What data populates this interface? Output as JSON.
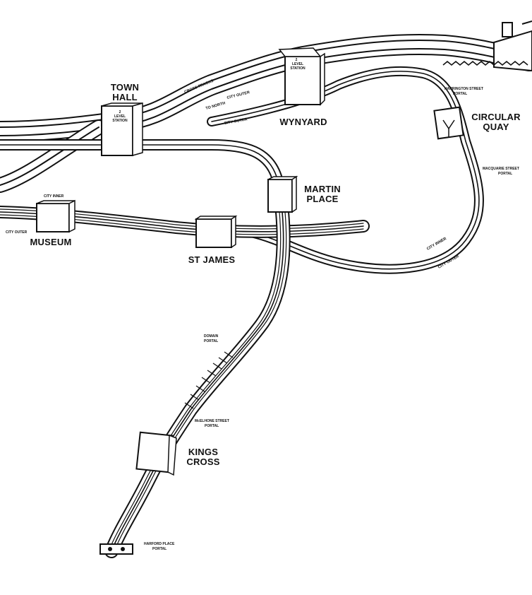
{
  "stations": {
    "town_hall": {
      "name_line1": "TOWN",
      "name_line2": "HALL",
      "note_line1": "2",
      "note_line2": "LEVEL",
      "note_line3": "STATION"
    },
    "wynyard": {
      "name": "WYNYARD",
      "note_line1": "2",
      "note_line2": "LEVEL",
      "note_line3": "STATION"
    },
    "circular_quay": {
      "name_line1": "CIRCULAR",
      "name_line2": "QUAY"
    },
    "martin_place": {
      "name_line1": "MARTIN",
      "name_line2": "PLACE"
    },
    "museum": {
      "name": "MUSEUM"
    },
    "st_james": {
      "name": "ST JAMES"
    },
    "kings_cross": {
      "name_line1": "KINGS",
      "name_line2": "CROSS"
    }
  },
  "portals": {
    "harrington": {
      "line1": "HARRINGTON STREET",
      "line2": "PORTAL"
    },
    "macquarie": {
      "line1": "MACQUARIE STREET",
      "line2": "PORTAL"
    },
    "domain": {
      "line1": "DOMAIN",
      "line2": "PORTAL"
    },
    "mcelhone": {
      "line1": "McELHONE STREET",
      "line2": "PORTAL"
    },
    "harford": {
      "line1": "HARFORD PLACE",
      "line2": "PORTAL"
    }
  },
  "track_labels": {
    "cross_tracks": "CROSS TRACKS",
    "city_outer_a": "CITY OUTER",
    "city_outer_b": "CITY OUTER",
    "city_outer_c": "CITY OUTER",
    "city_outer_d": "CITY OUTER",
    "city_inner_a": "CITY INNER",
    "city_inner_b": "CITY INNER",
    "to_north": "TO NORTH"
  }
}
